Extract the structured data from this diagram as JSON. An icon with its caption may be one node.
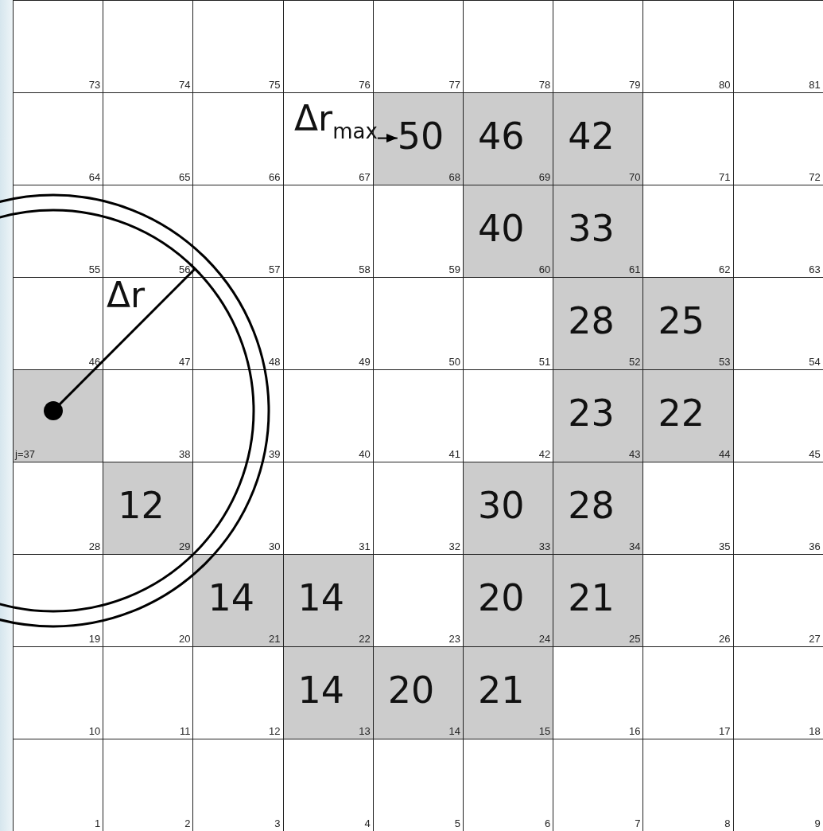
{
  "diagram": {
    "nodes": [
      {
        "text": [
          "Δr$_{max}$"
        ]
      },
      {
        "text": [
          "50"
        ]
      }
    ],
    "edges": [
      {
        "from": 0,
        "to": 1,
        "arrow": "to"
      }
    ],
    "labels": [
      "73",
      "74",
      "75",
      "76",
      "77",
      "78",
      "79",
      "80",
      "81",
      "64",
      "65",
      "66",
      "67",
      "68",
      "46",
      "69",
      "42",
      "70",
      "71",
      "72",
      "55",
      "56",
      "57",
      "58",
      "59",
      "40",
      "60",
      "33",
      "61",
      "62",
      "63",
      "46",
      "47",
      "48",
      "49",
      "50",
      "51",
      "28",
      "52",
      "25",
      "53",
      "54",
      "j=37",
      "38",
      "39",
      "40",
      "41",
      "42",
      "23",
      "43",
      "22",
      "44",
      "45",
      "28",
      "12",
      "29",
      "30",
      "31",
      "32",
      "30",
      "33",
      "28",
      "34",
      "35",
      "36",
      "19",
      "20",
      "14",
      "21",
      "14",
      "22",
      "23",
      "20",
      "24",
      "21",
      "25",
      "26",
      "27",
      "10",
      "11",
      "12",
      "14",
      "13",
      "20",
      "14",
      "21",
      "15",
      "16",
      "17",
      "18",
      "1",
      "2",
      "3",
      "4",
      "5",
      "6",
      "7",
      "8",
      "9",
      "Δr"
    ]
  }
}
